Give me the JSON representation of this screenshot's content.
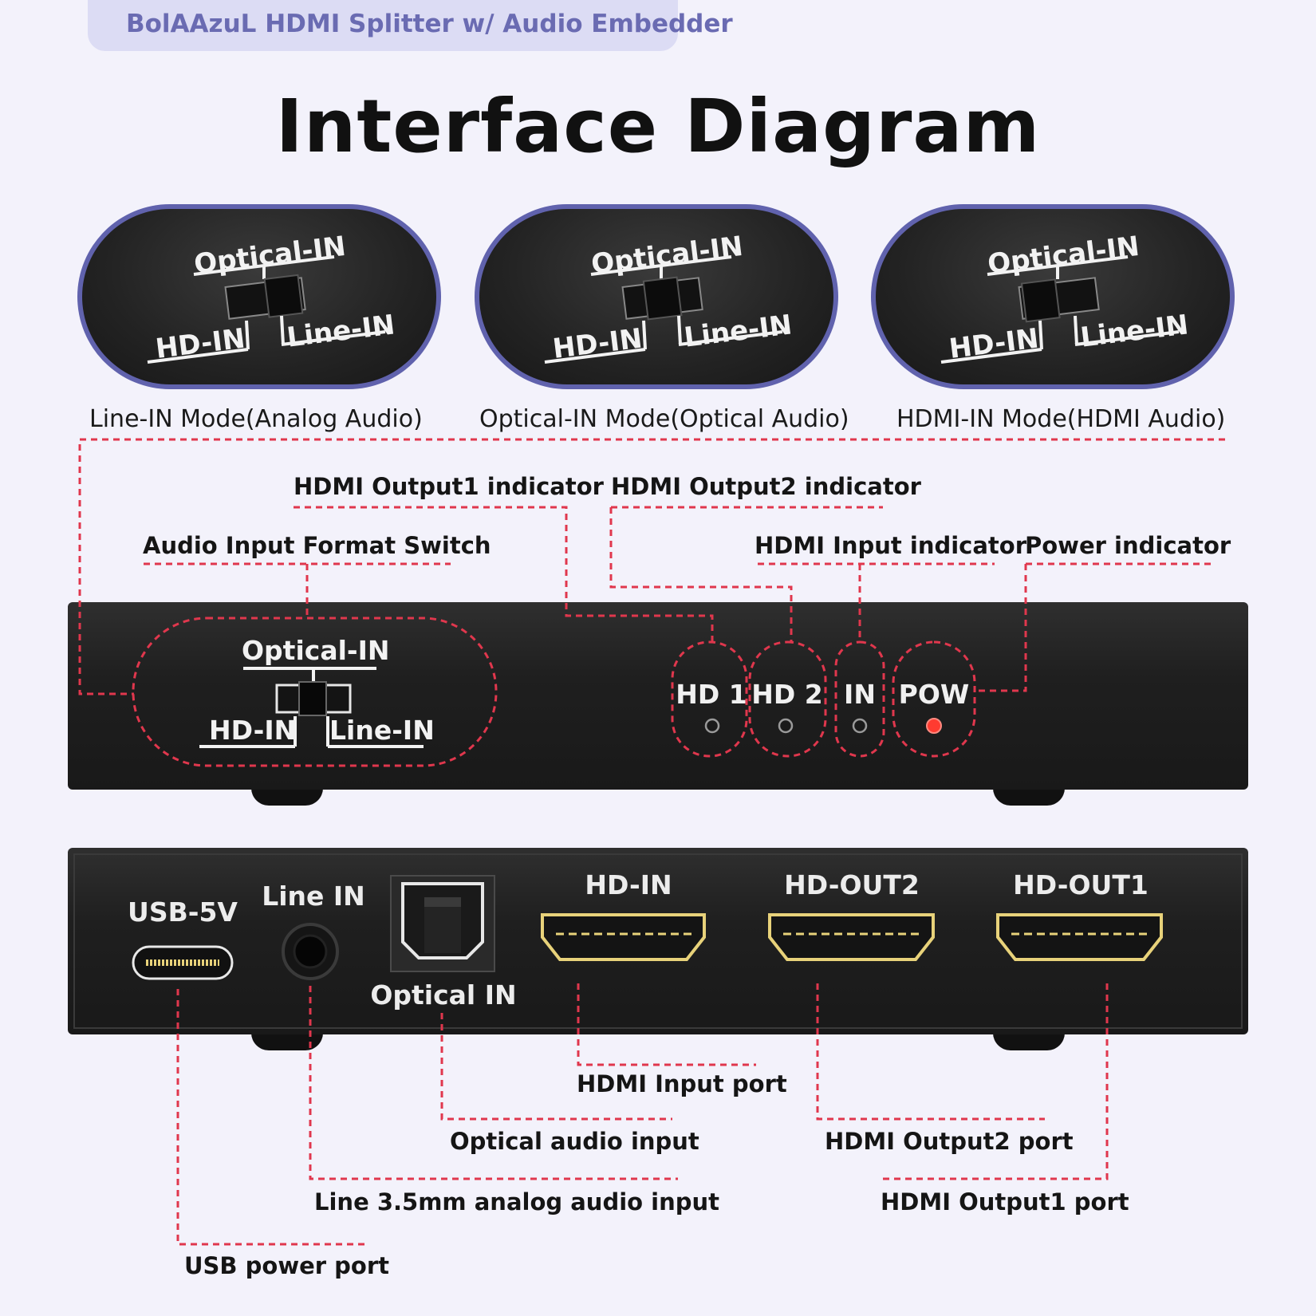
{
  "header": {
    "brand": "BolAAzuL HDMI Splitter w/ Audio Embedder"
  },
  "title": "Interface Diagram",
  "modes": [
    {
      "caption": "Line-IN Mode(Analog Audio)",
      "switch_position": "right"
    },
    {
      "caption": "Optical-IN Mode(Optical Audio)",
      "switch_position": "center"
    },
    {
      "caption": "HDMI-IN Mode(HDMI Audio)",
      "switch_position": "left"
    }
  ],
  "switch_labels": {
    "top": "Optical-IN",
    "left": "HD-IN",
    "right": "Line-IN"
  },
  "front_callouts": {
    "output1_indicator": "HDMI Output1 indicator",
    "output2_indicator": "HDMI Output2 indicator",
    "audio_switch": "Audio Input Format Switch",
    "input_indicator": "HDMI Input indicator",
    "power_indicator": "Power indicator"
  },
  "front_panel": {
    "leds": [
      {
        "label": "HD 1",
        "state": "off"
      },
      {
        "label": "HD 2",
        "state": "off"
      },
      {
        "label": "IN",
        "state": "off"
      },
      {
        "label": "POW",
        "state": "on"
      }
    ]
  },
  "back_panel": {
    "usb_label": "USB-5V",
    "line_in_label": "Line IN",
    "optical_label": "Optical IN",
    "hd_in_label": "HD-IN",
    "hd_out2_label": "HD-OUT2",
    "hd_out1_label": "HD-OUT1"
  },
  "back_callouts": {
    "hdmi_input_port": "HDMI Input port",
    "optical_audio_input": "Optical audio input",
    "hdmi_output2_port": "HDMI Output2 port",
    "line_input": "Line 3.5mm analog audio input",
    "hdmi_output1_port": "HDMI Output1 port",
    "usb_power_port": "USB power port"
  },
  "colors": {
    "callout_line": "#e0374d",
    "card_border": "#6062ad",
    "hdmi_gold": "#e8d27a",
    "power_led": "#ff3b30"
  }
}
